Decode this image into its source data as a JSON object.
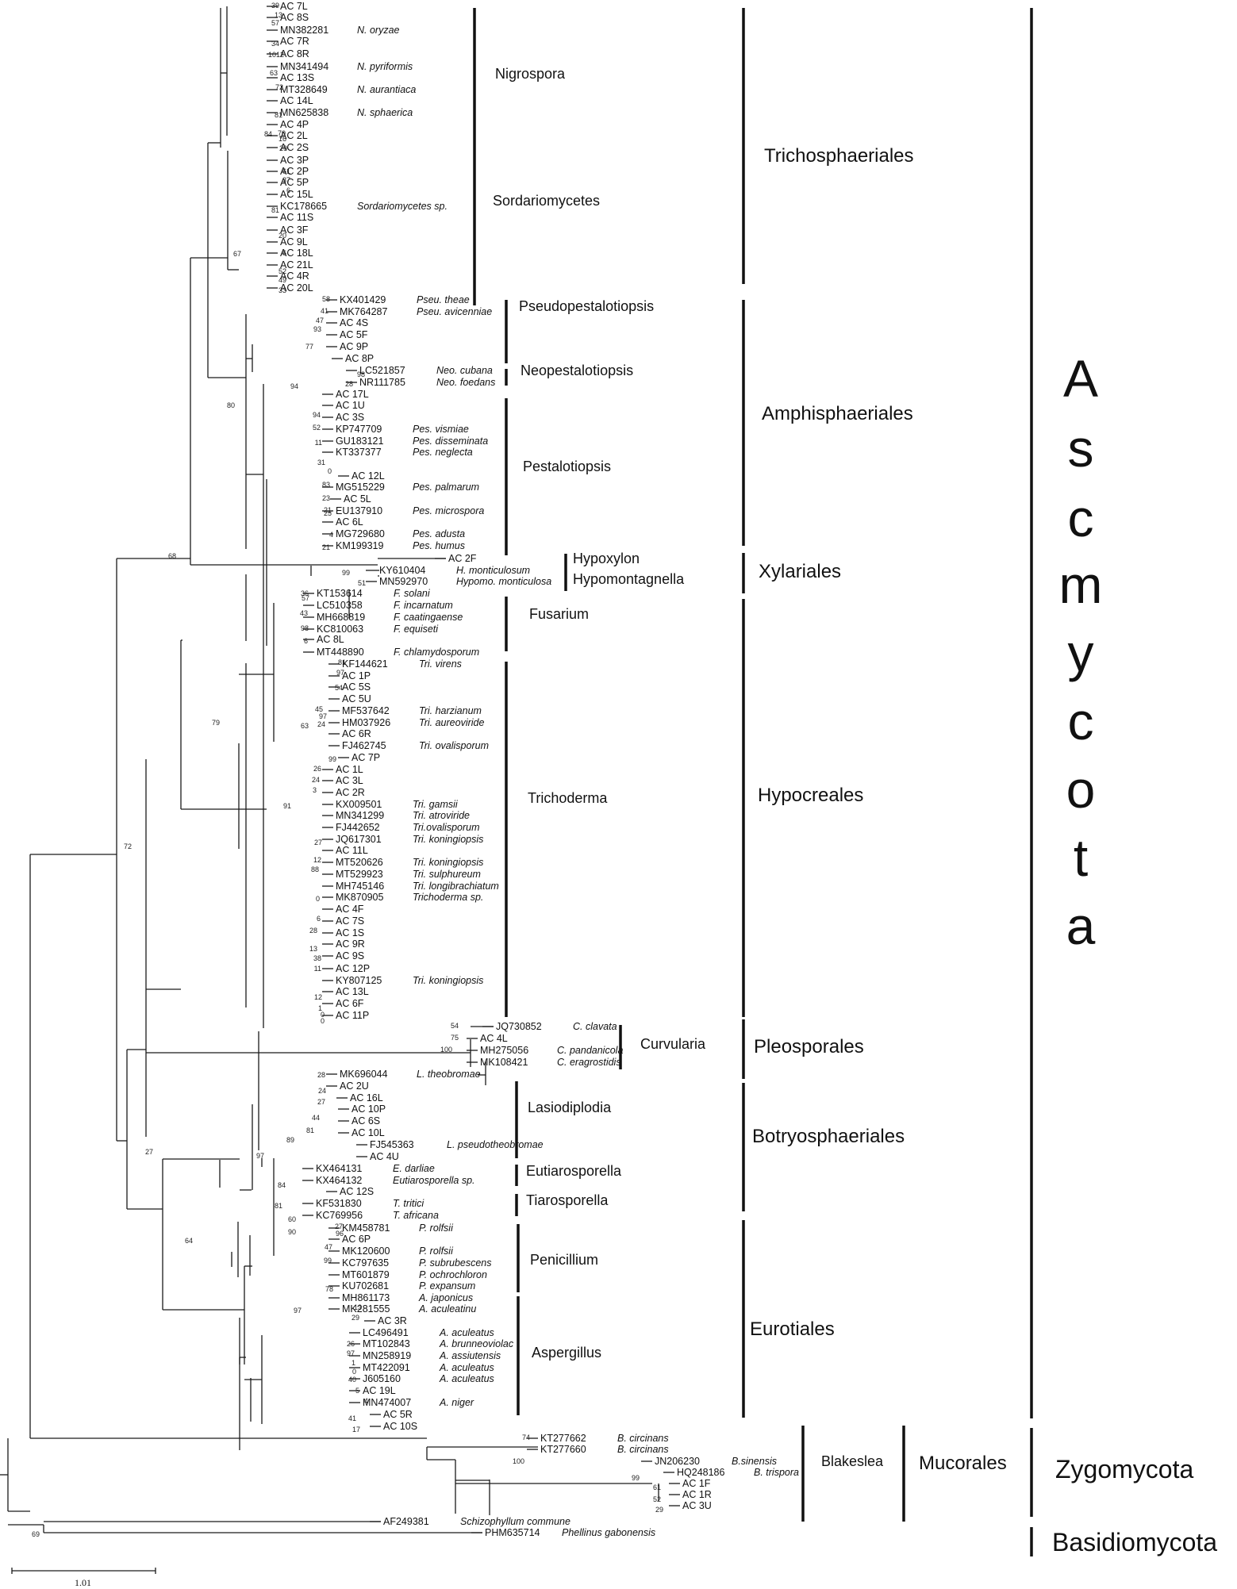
{
  "leaves": [
    {
      "id": "AC 7L",
      "sp": ""
    },
    {
      "id": "AC 8S",
      "sp": ""
    },
    {
      "id": "MN382281",
      "sp": "N. oryzae"
    },
    {
      "id": "AC 7R",
      "sp": ""
    },
    {
      "id": "AC 8R",
      "sp": ""
    },
    {
      "id": "MN341494",
      "sp": "N. pyriformis"
    },
    {
      "id": "AC 13S",
      "sp": ""
    },
    {
      "id": "MT328649",
      "sp": "N. aurantiaca"
    },
    {
      "id": "AC 14L",
      "sp": ""
    },
    {
      "id": "MN625838",
      "sp": "N. sphaerica"
    },
    {
      "id": "AC 4P",
      "sp": ""
    },
    {
      "id": "AC 2L",
      "sp": ""
    },
    {
      "id": "AC 2S",
      "sp": ""
    },
    {
      "id": "AC 3P",
      "sp": ""
    },
    {
      "id": "AC 2P",
      "sp": ""
    },
    {
      "id": "AC 5P",
      "sp": ""
    },
    {
      "id": "AC 15L",
      "sp": ""
    },
    {
      "id": "KC178665",
      "sp": "Sordariomycetes sp."
    },
    {
      "id": "AC 11S",
      "sp": ""
    },
    {
      "id": "AC 3F",
      "sp": ""
    },
    {
      "id": "AC 9L",
      "sp": ""
    },
    {
      "id": "AC 18L",
      "sp": ""
    },
    {
      "id": "AC 21L",
      "sp": ""
    },
    {
      "id": "AC 4R",
      "sp": ""
    },
    {
      "id": "AC 20L",
      "sp": ""
    },
    {
      "id": "KX401429",
      "sp": "Pseu. theae"
    },
    {
      "id": "MK764287",
      "sp": "Pseu. avicenniae"
    },
    {
      "id": "AC 4S",
      "sp": ""
    },
    {
      "id": "AC 5F",
      "sp": ""
    },
    {
      "id": "AC 9P",
      "sp": ""
    },
    {
      "id": "AC 8P",
      "sp": ""
    },
    {
      "id": "LC521857",
      "sp": "Neo. cubana"
    },
    {
      "id": "NR111785",
      "sp": "Neo. foedans"
    },
    {
      "id": "AC 17L",
      "sp": ""
    },
    {
      "id": "AC 1U",
      "sp": ""
    },
    {
      "id": "AC 3S",
      "sp": ""
    },
    {
      "id": "KP747709",
      "sp": "Pes. vismiae"
    },
    {
      "id": "GU183121",
      "sp": "Pes. disseminata"
    },
    {
      "id": "KT337377",
      "sp": "Pes. neglecta"
    },
    {
      "id": "AC 12L",
      "sp": ""
    },
    {
      "id": "MG515229",
      "sp": "Pes. palmarum"
    },
    {
      "id": "AC 5L",
      "sp": ""
    },
    {
      "id": "EU137910",
      "sp": "Pes. microspora"
    },
    {
      "id": "AC 6L",
      "sp": ""
    },
    {
      "id": "MG729680",
      "sp": "Pes. adusta"
    },
    {
      "id": "KM199319",
      "sp": "Pes. humus"
    },
    {
      "id": "AC 2F",
      "sp": ""
    },
    {
      "id": "KY610404",
      "sp": "H. monticulosum"
    },
    {
      "id": "MN592970",
      "sp": "Hypomo. monticulosa"
    },
    {
      "id": "KT153614",
      "sp": "F. solani"
    },
    {
      "id": "LC510358",
      "sp": "F. incarnatum"
    },
    {
      "id": "MH668819",
      "sp": "F. caatingaense"
    },
    {
      "id": "KC810063",
      "sp": "F. equiseti"
    },
    {
      "id": "AC 8L",
      "sp": ""
    },
    {
      "id": "MT448890",
      "sp": "F. chlamydosporum"
    },
    {
      "id": "KF144621",
      "sp": "Tri. virens"
    },
    {
      "id": "AC 1P",
      "sp": ""
    },
    {
      "id": "AC 5S",
      "sp": ""
    },
    {
      "id": "AC 5U",
      "sp": ""
    },
    {
      "id": "MF537642",
      "sp": "Tri. harzianum"
    },
    {
      "id": "HM037926",
      "sp": "Tri. aureoviride"
    },
    {
      "id": "AC 6R",
      "sp": ""
    },
    {
      "id": "FJ462745",
      "sp": "Tri. ovalisporum"
    },
    {
      "id": "AC 7P",
      "sp": ""
    },
    {
      "id": "AC 1L",
      "sp": ""
    },
    {
      "id": "AC 3L",
      "sp": ""
    },
    {
      "id": "AC 2R",
      "sp": ""
    },
    {
      "id": "KX009501",
      "sp": "Tri. gamsii"
    },
    {
      "id": "MN341299",
      "sp": "Tri. atroviride"
    },
    {
      "id": "FJ442652",
      "sp": "Tri.ovalisporum"
    },
    {
      "id": "JQ617301",
      "sp": "Tri. koningiopsis"
    },
    {
      "id": "AC 11L",
      "sp": ""
    },
    {
      "id": "MT520626",
      "sp": "Tri. koningiopsis"
    },
    {
      "id": "MT529923",
      "sp": "Tri. sulphureum"
    },
    {
      "id": "MH745146",
      "sp": "Tri. longibrachiatum"
    },
    {
      "id": "MK870905",
      "sp": "Trichoderma sp."
    },
    {
      "id": "AC 4F",
      "sp": ""
    },
    {
      "id": "AC 7S",
      "sp": ""
    },
    {
      "id": "AC 1S",
      "sp": ""
    },
    {
      "id": "AC 9R",
      "sp": ""
    },
    {
      "id": "AC 9S",
      "sp": ""
    },
    {
      "id": "AC 12P",
      "sp": ""
    },
    {
      "id": "KY807125",
      "sp": "Tri. koningiopsis"
    },
    {
      "id": "AC 13L",
      "sp": ""
    },
    {
      "id": "AC 6F",
      "sp": ""
    },
    {
      "id": "AC 11P",
      "sp": ""
    },
    {
      "id": "JQ730852",
      "sp": "C. clavata"
    },
    {
      "id": "AC 4L",
      "sp": ""
    },
    {
      "id": "MH275056",
      "sp": "C. pandanicola"
    },
    {
      "id": "MK108421",
      "sp": "C. eragrostidis"
    },
    {
      "id": "MK696044",
      "sp": "L. theobromae"
    },
    {
      "id": "AC 2U",
      "sp": ""
    },
    {
      "id": "AC 16L",
      "sp": ""
    },
    {
      "id": "AC 10P",
      "sp": ""
    },
    {
      "id": "AC 6S",
      "sp": ""
    },
    {
      "id": "AC 10L",
      "sp": ""
    },
    {
      "id": "FJ545363",
      "sp": "L. pseudotheobromae"
    },
    {
      "id": "AC 4U",
      "sp": ""
    },
    {
      "id": "KX464131",
      "sp": "E. darliae"
    },
    {
      "id": "KX464132",
      "sp": "Eutiarosporella sp."
    },
    {
      "id": "AC 12S",
      "sp": ""
    },
    {
      "id": "KF531830",
      "sp": "T. tritici"
    },
    {
      "id": "KC769956",
      "sp": "T. africana"
    },
    {
      "id": "KM458781",
      "sp": "P. rolfsii"
    },
    {
      "id": "AC 6P",
      "sp": ""
    },
    {
      "id": "MK120600",
      "sp": "P. rolfsii"
    },
    {
      "id": "KC797635",
      "sp": "P. subrubescens"
    },
    {
      "id": "MT601879",
      "sp": "P. ochrochloron"
    },
    {
      "id": "KU702681",
      "sp": "P. expansum"
    },
    {
      "id": "MH861173",
      "sp": "A. japonicus"
    },
    {
      "id": "MK281555",
      "sp": "A. aculeatinu"
    },
    {
      "id": "AC 3R",
      "sp": ""
    },
    {
      "id": "LC496491",
      "sp": "A. aculeatus"
    },
    {
      "id": "MT102843",
      "sp": "A. brunneoviolac"
    },
    {
      "id": "MN258919",
      "sp": "A. assiutensis"
    },
    {
      "id": "MT422091",
      "sp": "A. aculeatus"
    },
    {
      "id": "J605160",
      "sp": "A. aculeatus"
    },
    {
      "id": "AC 19L",
      "sp": ""
    },
    {
      "id": "MN474007",
      "sp": "A. niger"
    },
    {
      "id": "AC 5R",
      "sp": ""
    },
    {
      "id": "AC 10S",
      "sp": ""
    },
    {
      "id": "KT277662",
      "sp": "B. circinans"
    },
    {
      "id": "KT277660",
      "sp": "B. circinans"
    },
    {
      "id": "JN206230",
      "sp": "B.sinensis"
    },
    {
      "id": "HQ248186",
      "sp": "B. trispora"
    },
    {
      "id": "AC 1F",
      "sp": ""
    },
    {
      "id": "AC 1R",
      "sp": ""
    },
    {
      "id": "AC 3U",
      "sp": ""
    },
    {
      "id": "AF249381",
      "sp": "Schizophyllum commune"
    },
    {
      "id": "PHM635714",
      "sp": "Phellinus gabonensis"
    }
  ],
  "bootstrap": [
    {
      "v": "39"
    },
    {
      "v": "13"
    },
    {
      "v": "57"
    },
    {
      "v": "34"
    },
    {
      "v": "10"
    },
    {
      "v": "12"
    },
    {
      "v": "63"
    },
    {
      "v": "72"
    },
    {
      "v": "81"
    },
    {
      "v": "70"
    },
    {
      "v": "16"
    },
    {
      "v": "29"
    },
    {
      "v": "84"
    },
    {
      "v": "61"
    },
    {
      "v": "37"
    },
    {
      "v": "6"
    },
    {
      "v": "81"
    },
    {
      "v": "20"
    },
    {
      "v": "6"
    },
    {
      "v": "52"
    },
    {
      "v": "49"
    },
    {
      "v": "33"
    },
    {
      "v": "67"
    },
    {
      "v": "58"
    },
    {
      "v": "41"
    },
    {
      "v": "47"
    },
    {
      "v": "93"
    },
    {
      "v": "77"
    },
    {
      "v": "98"
    },
    {
      "v": "28"
    },
    {
      "v": "94"
    },
    {
      "v": "94"
    },
    {
      "v": "52"
    },
    {
      "v": "11"
    },
    {
      "v": "31"
    },
    {
      "v": "0"
    },
    {
      "v": "83"
    },
    {
      "v": "23"
    },
    {
      "v": "21"
    },
    {
      "v": "25"
    },
    {
      "v": "4"
    },
    {
      "v": "21"
    },
    {
      "v": "80"
    },
    {
      "v": "99"
    },
    {
      "v": "51"
    },
    {
      "v": "68"
    },
    {
      "v": "36"
    },
    {
      "v": "57"
    },
    {
      "v": "43"
    },
    {
      "v": "98"
    },
    {
      "v": "6"
    },
    {
      "v": "81"
    },
    {
      "v": "97"
    },
    {
      "v": "54"
    },
    {
      "v": "45"
    },
    {
      "v": "97"
    },
    {
      "v": "24"
    },
    {
      "v": "63"
    },
    {
      "v": "99"
    },
    {
      "v": "79"
    },
    {
      "v": "26"
    },
    {
      "v": "24"
    },
    {
      "v": "3"
    },
    {
      "v": "91"
    },
    {
      "v": "27"
    },
    {
      "v": "12"
    },
    {
      "v": "88"
    },
    {
      "v": "0"
    },
    {
      "v": "6"
    },
    {
      "v": "28"
    },
    {
      "v": "13"
    },
    {
      "v": "38"
    },
    {
      "v": "11"
    },
    {
      "v": "12"
    },
    {
      "v": "1"
    },
    {
      "v": "0"
    },
    {
      "v": "0"
    },
    {
      "v": "72"
    },
    {
      "v": "54"
    },
    {
      "v": "75"
    },
    {
      "v": "100"
    },
    {
      "v": "28"
    },
    {
      "v": "24"
    },
    {
      "v": "27"
    },
    {
      "v": "44"
    },
    {
      "v": "81"
    },
    {
      "v": "89"
    },
    {
      "v": "97"
    },
    {
      "v": "84"
    },
    {
      "v": "81"
    },
    {
      "v": "60"
    },
    {
      "v": "90"
    },
    {
      "v": "27"
    },
    {
      "v": "27"
    },
    {
      "v": "96"
    },
    {
      "v": "47"
    },
    {
      "v": "99"
    },
    {
      "v": "78"
    },
    {
      "v": "64"
    },
    {
      "v": "13"
    },
    {
      "v": "29"
    },
    {
      "v": "26"
    },
    {
      "v": "97"
    },
    {
      "v": "1"
    },
    {
      "v": "0"
    },
    {
      "v": "40"
    },
    {
      "v": "5"
    },
    {
      "v": "4"
    },
    {
      "v": "41"
    },
    {
      "v": "17"
    },
    {
      "v": "97"
    },
    {
      "v": "74"
    },
    {
      "v": "100"
    },
    {
      "v": "99"
    },
    {
      "v": "61"
    },
    {
      "v": "52"
    },
    {
      "v": "29"
    },
    {
      "v": "69"
    }
  ],
  "genera": [
    {
      "label": "Nigrospora"
    },
    {
      "label": "Sordariomycetes"
    },
    {
      "label": "Pseudopestalotiopsis"
    },
    {
      "label": "Neopestalotiopsis"
    },
    {
      "label": "Pestalotiopsis"
    },
    {
      "label": "Hypoxylon"
    },
    {
      "label": "Hypomontagnella"
    },
    {
      "label": "Fusarium"
    },
    {
      "label": "Trichoderma"
    },
    {
      "label": "Curvularia"
    },
    {
      "label": "Lasiodiplodia"
    },
    {
      "label": "Eutiarosporella"
    },
    {
      "label": "Tiarosporella"
    },
    {
      "label": "Penicillium"
    },
    {
      "label": "Aspergillus"
    },
    {
      "label": "Blakeslea"
    }
  ],
  "orders": [
    {
      "label": "Trichosphaeriales"
    },
    {
      "label": "Amphisphaeriales"
    },
    {
      "label": "Xylariales"
    },
    {
      "label": "Hypocreales"
    },
    {
      "label": "Pleosporales"
    },
    {
      "label": "Botryosphaeriales"
    },
    {
      "label": "Eurotiales"
    },
    {
      "label": "Mucorales"
    }
  ],
  "phyla": {
    "ascomycota_letters": [
      "A",
      "s",
      "c",
      "m",
      "y",
      "c",
      "o",
      "t",
      "a"
    ],
    "zygomycota": "Zygomycota",
    "basidiomycota": "Basidiomycota"
  },
  "scale_label": "1.01"
}
